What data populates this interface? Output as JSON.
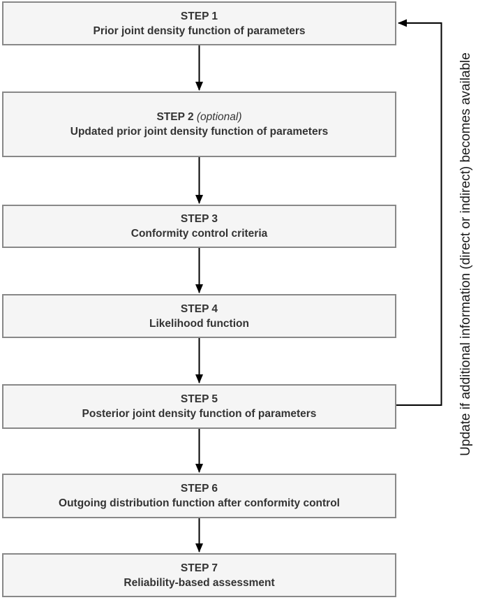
{
  "diagram": {
    "colors": {
      "background": "#ffffff",
      "box_fill": "#f5f5f5",
      "box_border": "#888888",
      "box_text": "#333333",
      "arrow": "#000000",
      "side_label_text": "#1a1a1a"
    },
    "steps": [
      {
        "title": "STEP 1",
        "description": "Prior joint density function of parameters"
      },
      {
        "title": "STEP 2",
        "title_suffix": " (optional)",
        "description": "Updated prior joint density function of parameters"
      },
      {
        "title": "STEP 3",
        "description": "Conformity control criteria"
      },
      {
        "title": "STEP 4",
        "description": "Likelihood function"
      },
      {
        "title": "STEP 5",
        "description": "Posterior joint density function of parameters"
      },
      {
        "title": "STEP 6",
        "description": "Outgoing distribution function after conformity control"
      },
      {
        "title": "STEP 7",
        "description": "Reliability-based assessment"
      }
    ],
    "feedback_label": "Update if additional information (direct or indirect) becomes available"
  }
}
